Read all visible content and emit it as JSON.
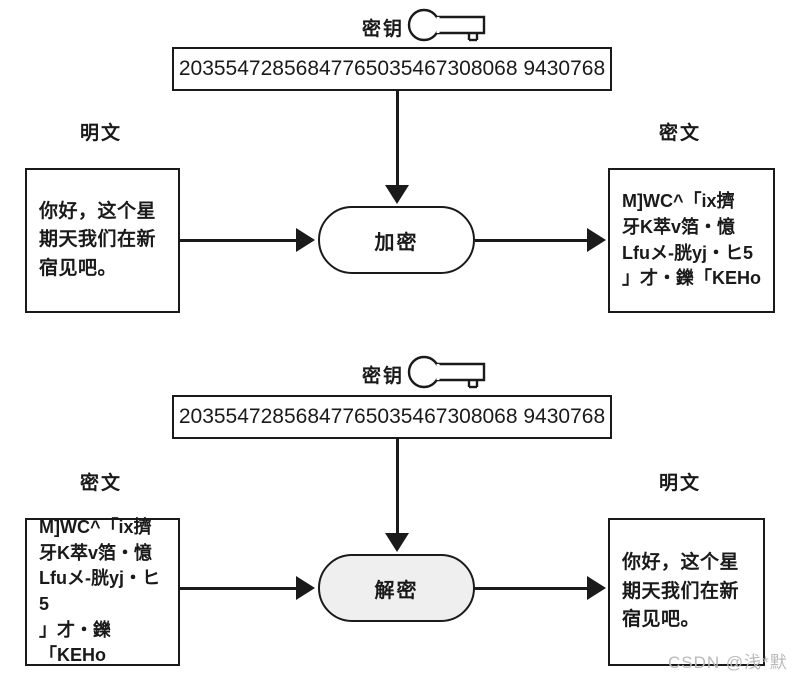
{
  "diagram": {
    "title": "Symmetric key encryption and decryption flow",
    "key_value": "20355472856847765035467308068 9430768",
    "colors": {
      "stroke": "#1a1a1a",
      "background": "#ffffff",
      "shaded_fill": "#efefef",
      "watermark": "#b9b9b9"
    },
    "labels": {
      "key": "密钥",
      "plaintext": "明文",
      "ciphertext": "密文",
      "encrypt": "加密",
      "decrypt": "解密"
    },
    "messages": {
      "plaintext_body": "你好，这个星\n期天我们在新\n宿见吧。",
      "ciphertext_body": "M]WC^「ix擠\n牙K萃v箔・憶\nLfuメ-胱yj・ヒ5\n」才・鑠「KEHo"
    },
    "icons": {
      "key_icon": "key-icon",
      "arrow_right": "arrow-right-icon",
      "arrow_down": "arrow-down-icon"
    },
    "sections": [
      {
        "name": "encryption",
        "input_label": "明文",
        "output_label": "密文",
        "process_label": "加密",
        "key_label": "密钥"
      },
      {
        "name": "decryption",
        "input_label": "密文",
        "output_label": "明文",
        "process_label": "解密",
        "key_label": "密钥"
      }
    ]
  },
  "watermark": {
    "text": "CSDN @浅*默"
  }
}
